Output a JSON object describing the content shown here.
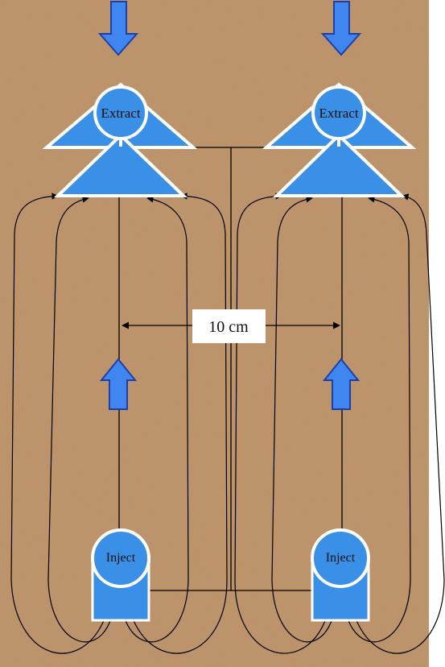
{
  "wells": [
    {
      "extract_label": "Extract",
      "inject_label": "Inject"
    },
    {
      "extract_label": "Extract",
      "inject_label": "Inject"
    }
  ],
  "spacing_label": "10 cm",
  "colors": {
    "sand": "#b97f52",
    "well_blue": "#3a8fe6",
    "arrow_blue": "#3f86f0",
    "arrow_outline": "#1f3fa8",
    "outline": "#ffffff",
    "line": "#000000",
    "label_bg": "#ffffff"
  }
}
